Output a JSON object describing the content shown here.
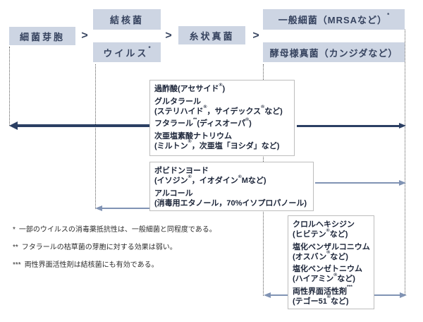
{
  "colors": {
    "organism_box_fill": "#cdd5e3",
    "organism_text": "#36435f",
    "strong_arrow": "#2b3f63",
    "light_arrow": "#8093b4",
    "white_box_border": "#bdbdbd",
    "white_box_text": "#1b2438",
    "footnote_text": "#2b2b2b"
  },
  "organisms": {
    "separator": ">",
    "groups": [
      {
        "items": [
          {
            "label": "細菌芽胞"
          }
        ]
      },
      {
        "items": [
          {
            "label": "結核菌"
          },
          {
            "label": "ウイルス*"
          }
        ]
      },
      {
        "items": [
          {
            "label": "糸状真菌"
          }
        ]
      },
      {
        "items": [
          {
            "label": "一般細菌（MRSAなど）*"
          },
          {
            "label": "酵母様真菌（カンジダなど）"
          }
        ]
      }
    ]
  },
  "disinfectants": {
    "high_level": {
      "entries": [
        {
          "lines": [
            "過酢酸(アセサイド®)"
          ]
        },
        {
          "lines": [
            "グルタラール",
            "(ステリハイド®，サイデックス®など)"
          ]
        },
        {
          "lines": [
            "フタラール**(ディスオーパ®)"
          ]
        },
        {
          "lines": [
            "次亜塩素酸ナトリウム",
            "(ミルトン®，次亜塩「ヨシダ」など)"
          ]
        }
      ]
    },
    "intermediate_level": {
      "entries": [
        {
          "lines": [
            "ポビドンヨード",
            "(イソジン®，イオダイン®Mなど)"
          ]
        },
        {
          "lines": [
            "アルコール",
            "(消毒用エタノール，70%イソプロパノール)"
          ]
        }
      ]
    },
    "low_level": {
      "entries": [
        {
          "lines": [
            "クロルヘキシジン",
            "(ヒビテン®など)"
          ]
        },
        {
          "lines": [
            "塩化ベンザルコニウム",
            "(オスバン®など)"
          ]
        },
        {
          "lines": [
            "塩化ベンゼトニウム",
            "(ハイアミン®など)"
          ]
        },
        {
          "lines": [
            "両性界面活性剤***",
            "(テゴー51®など)"
          ]
        }
      ]
    }
  },
  "footnotes": {
    "items": [
      {
        "marker": "*",
        "text": "一部のウイルスの消毒薬抵抗性は、一般細菌と同程度である。"
      },
      {
        "marker": "**",
        "text": "フタラールの枯草菌の芽胞に対する効果は弱い。"
      },
      {
        "marker": "***",
        "text": "両性界面活性剤は結核菌にも有効である。"
      }
    ]
  }
}
